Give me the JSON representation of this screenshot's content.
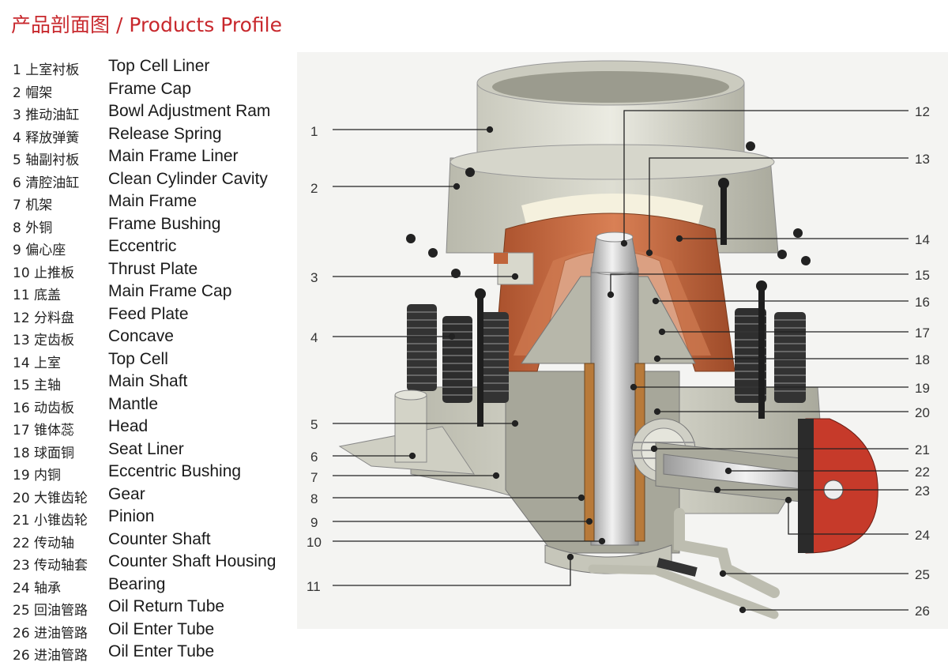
{
  "title": "产品剖面图 / Products Profile",
  "legend": [
    {
      "num": "1",
      "cn": "上室衬板",
      "en": "Top Cell Liner"
    },
    {
      "num": "2",
      "cn": "帽架",
      "en": "Frame Cap"
    },
    {
      "num": "3",
      "cn": "推动油缸",
      "en": "Bowl Adjustment Ram"
    },
    {
      "num": "4",
      "cn": "释放弹簧",
      "en": "Release Spring"
    },
    {
      "num": "5",
      "cn": "轴副衬板",
      "en": "Main Frame Liner"
    },
    {
      "num": "6",
      "cn": "清腔油缸",
      "en": "Clean Cylinder Cavity"
    },
    {
      "num": "7",
      "cn": "机架",
      "en": "Main Frame"
    },
    {
      "num": "8",
      "cn": "外铜",
      "en": "Frame Bushing"
    },
    {
      "num": "9",
      "cn": "偏心座",
      "en": "Eccentric"
    },
    {
      "num": "10",
      "cn": "止推板",
      "en": "Thrust Plate"
    },
    {
      "num": "11",
      "cn": "底盖",
      "en": "Main Frame Cap"
    },
    {
      "num": "12",
      "cn": "分料盘",
      "en": "Feed Plate"
    },
    {
      "num": "13",
      "cn": "定齿板",
      "en": "Concave"
    },
    {
      "num": "14",
      "cn": "上室",
      "en": "Top Cell"
    },
    {
      "num": "15",
      "cn": "主轴",
      "en": "Main Shaft"
    },
    {
      "num": "16",
      "cn": "动齿板",
      "en": "Mantle"
    },
    {
      "num": "17",
      "cn": "锥体蕊",
      "en": "Head"
    },
    {
      "num": "18",
      "cn": "球面铜",
      "en": "Seat Liner"
    },
    {
      "num": "19",
      "cn": "内铜",
      "en": "Eccentric Bushing"
    },
    {
      "num": "20",
      "cn": "大锥齿轮",
      "en": "Gear"
    },
    {
      "num": "21",
      "cn": "小锥齿轮",
      "en": "Pinion"
    },
    {
      "num": "22",
      "cn": "传动轴",
      "en": "Counter Shaft"
    },
    {
      "num": "23",
      "cn": "传动轴套",
      "en": "Counter Shaft Housing"
    },
    {
      "num": "24",
      "cn": "轴承",
      "en": "Bearing"
    },
    {
      "num": "25",
      "cn": "回油管路",
      "en": "Oil Return Tube"
    },
    {
      "num": "26",
      "cn": "进油管路",
      "en": "Oil Enter Tube"
    }
  ],
  "callouts_left": [
    "1",
    "2",
    "3",
    "4",
    "5",
    "6",
    "7",
    "8",
    "9",
    "10",
    "11"
  ],
  "callouts_right": [
    "12",
    "13",
    "14",
    "15",
    "16",
    "17",
    "18",
    "19",
    "20",
    "21",
    "22",
    "23",
    "24",
    "25",
    "26"
  ],
  "colors": {
    "title": "#c8282d",
    "body": "#c9c9bd",
    "liner": "#c0643a",
    "spring": "#2b2b2b",
    "shaft": "#d9d9d9"
  }
}
